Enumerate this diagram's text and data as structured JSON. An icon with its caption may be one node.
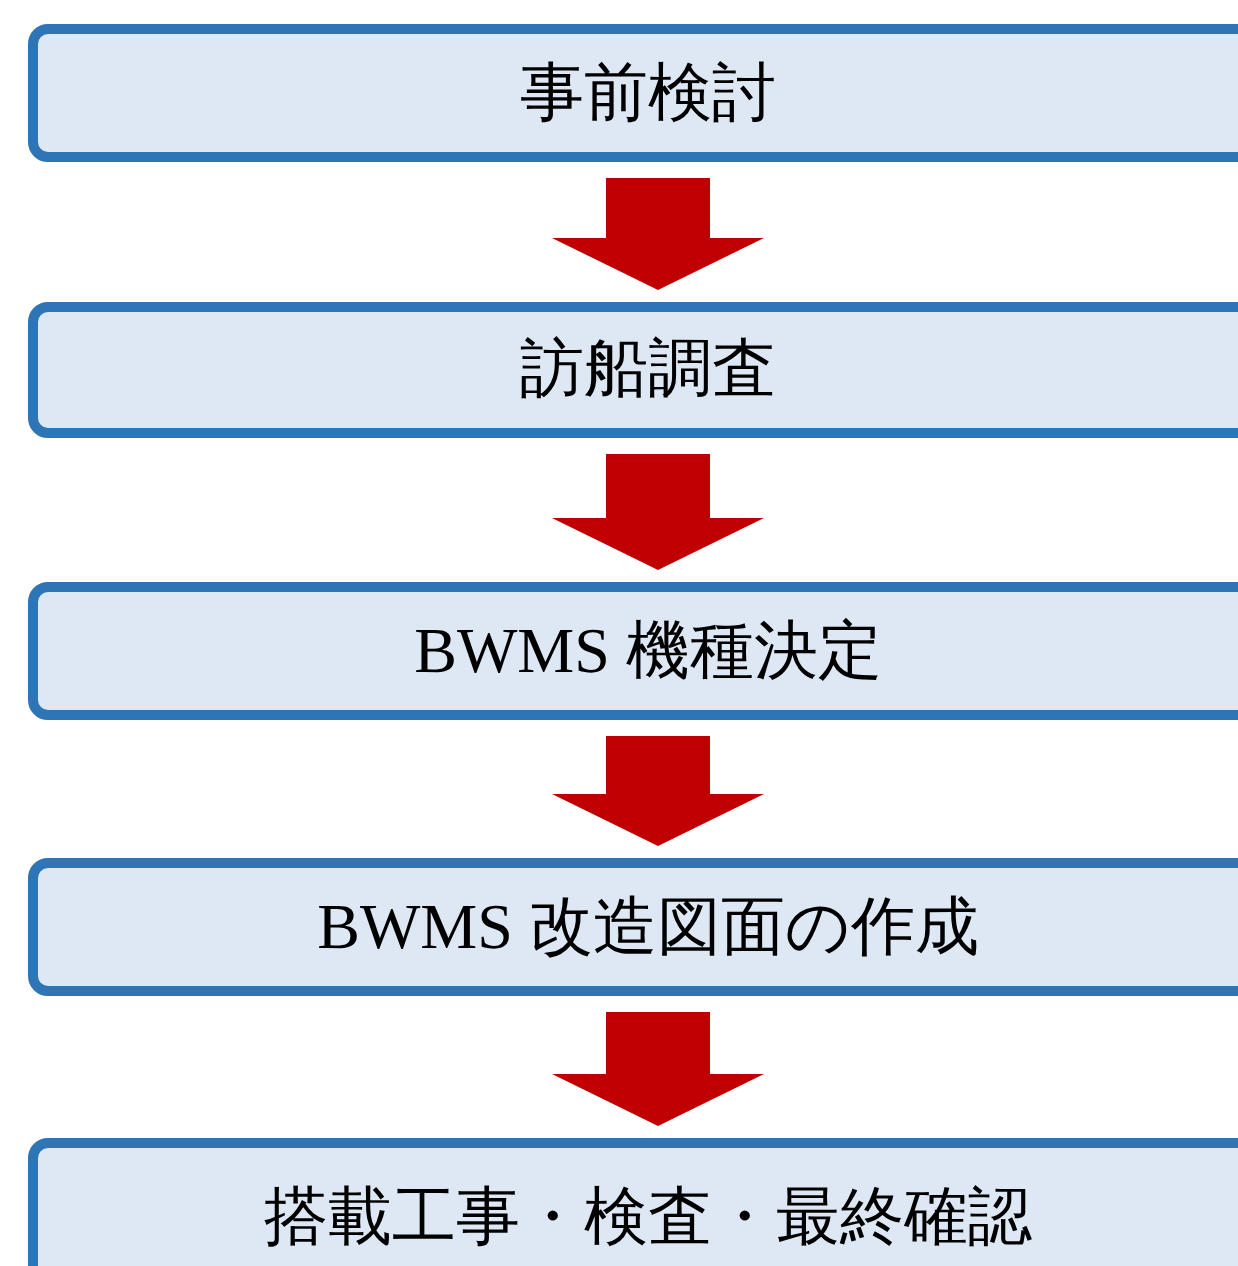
{
  "diagram": {
    "nodes": [
      {
        "text": [
          "事前検討"
        ]
      },
      {
        "text": [
          "訪船調査"
        ]
      },
      {
        "text": [
          "BWMS 機種決定"
        ]
      },
      {
        "text": [
          "BWMS 改造図面の作成"
        ]
      },
      {
        "text": [
          "搭載工事・検査・最終確認"
        ]
      }
    ],
    "edges": [
      {
        "from": 0,
        "to": 1,
        "arrow": "to"
      },
      {
        "from": 1,
        "to": 2,
        "arrow": "to"
      },
      {
        "from": 2,
        "to": 3,
        "arrow": "to"
      },
      {
        "from": 3,
        "to": 4,
        "arrow": "to"
      }
    ]
  }
}
